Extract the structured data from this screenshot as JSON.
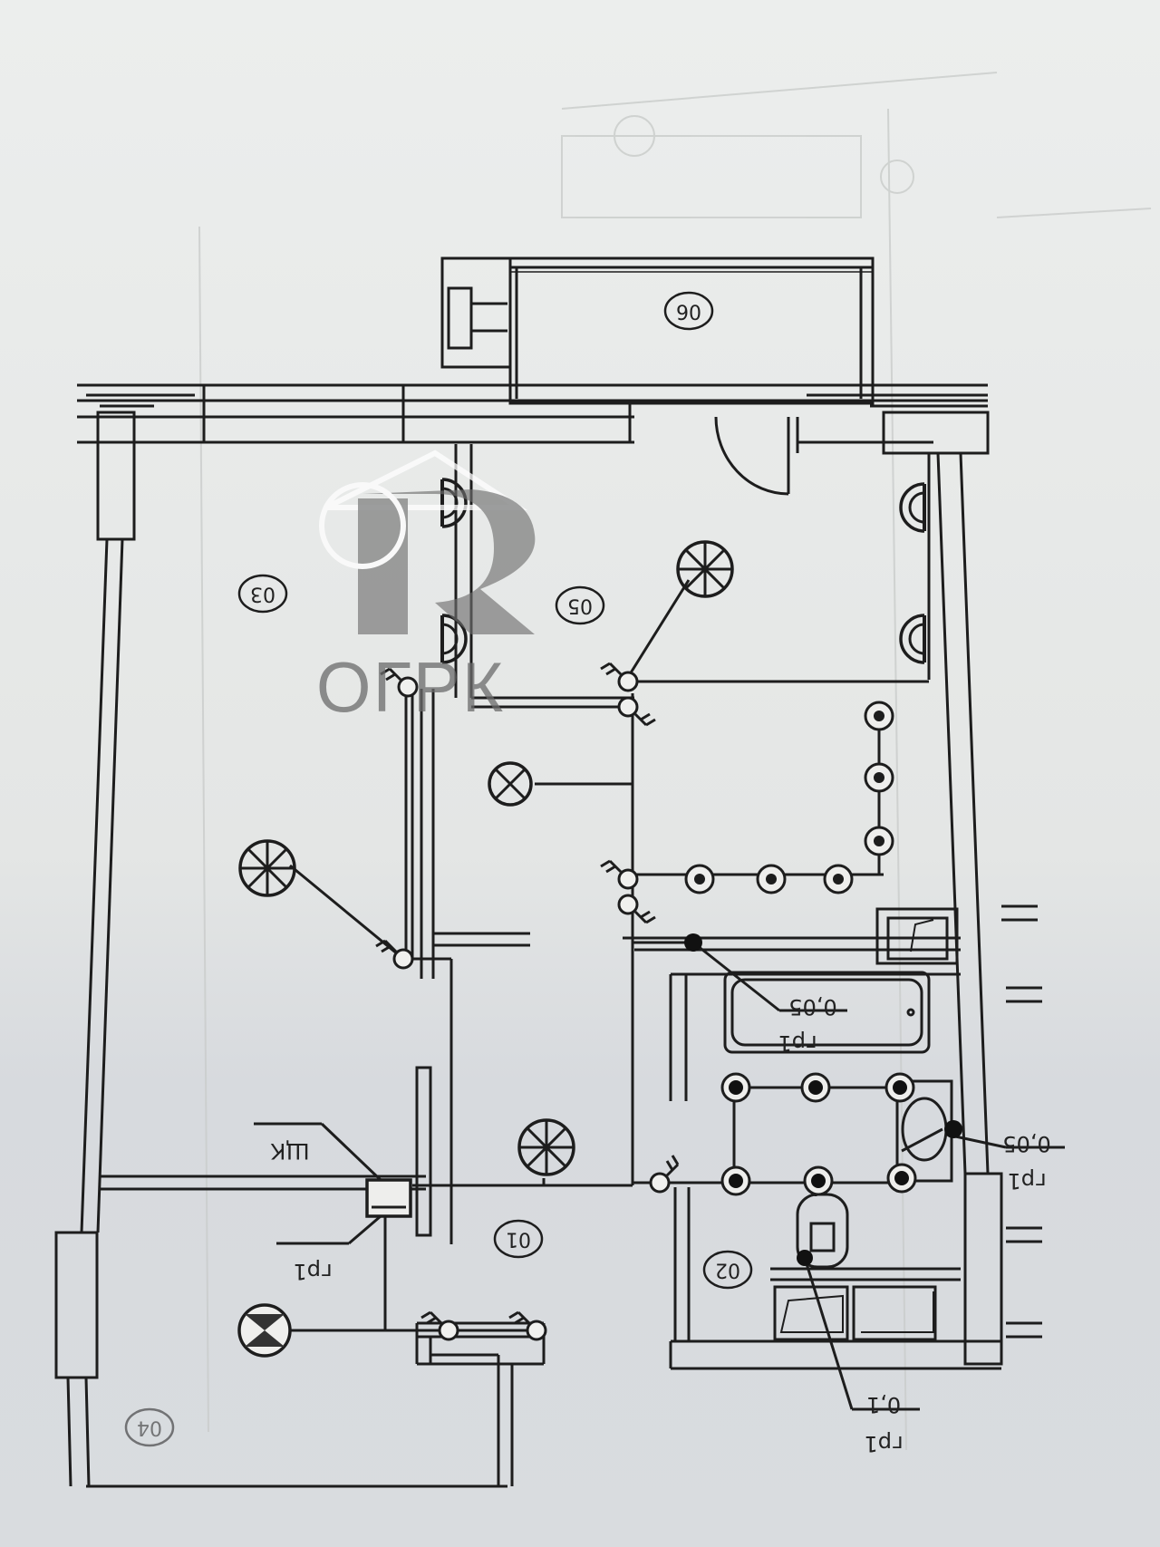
{
  "rooms": [
    {
      "id": "room-01",
      "label": "01"
    },
    {
      "id": "room-02",
      "label": "02"
    },
    {
      "id": "room-03",
      "label": "03"
    },
    {
      "id": "room-04",
      "label": "04"
    },
    {
      "id": "room-05",
      "label": "05"
    },
    {
      "id": "room-06",
      "label": "06"
    }
  ],
  "panel": {
    "label": "ЩК"
  },
  "annotations": {
    "gr1_panel": "гр1",
    "gr1_bath": "гр1",
    "gr1_sink": "гр1",
    "gr1_toilet": "гр1",
    "load_bath": "0,05",
    "load_sink": "0,05",
    "load_toilet": "0,1"
  },
  "watermark": {
    "text": "ОГРК",
    "color": "#6b6b6b"
  },
  "colors": {
    "line": "#1d1d1d",
    "paper": "#e6e8e6"
  }
}
